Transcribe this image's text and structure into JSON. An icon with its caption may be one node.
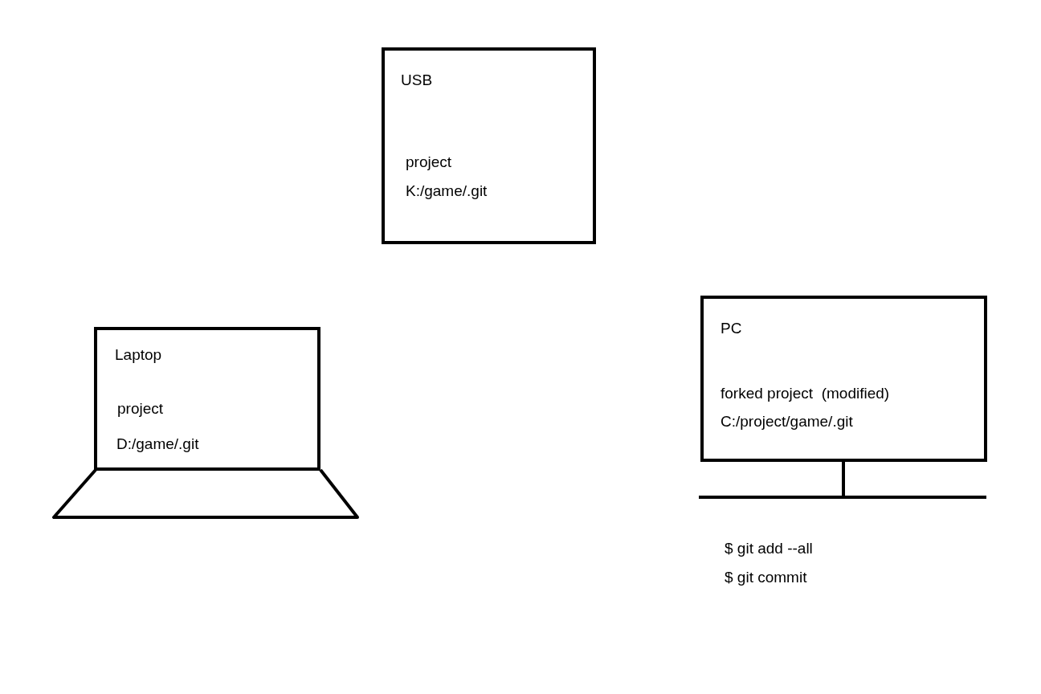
{
  "diagram": {
    "nodes": [
      {
        "text": [
          "USB",
          "project",
          "K:/game/.git"
        ]
      },
      {
        "text": [
          "Laptop",
          "project",
          "D:/game/.git"
        ]
      },
      {
        "text": [
          "PC",
          "forked project  (modified)",
          "C:/project/game/.git"
        ],
        "beside": [
          "$ git add --all",
          "$ git commit"
        ]
      }
    ]
  }
}
